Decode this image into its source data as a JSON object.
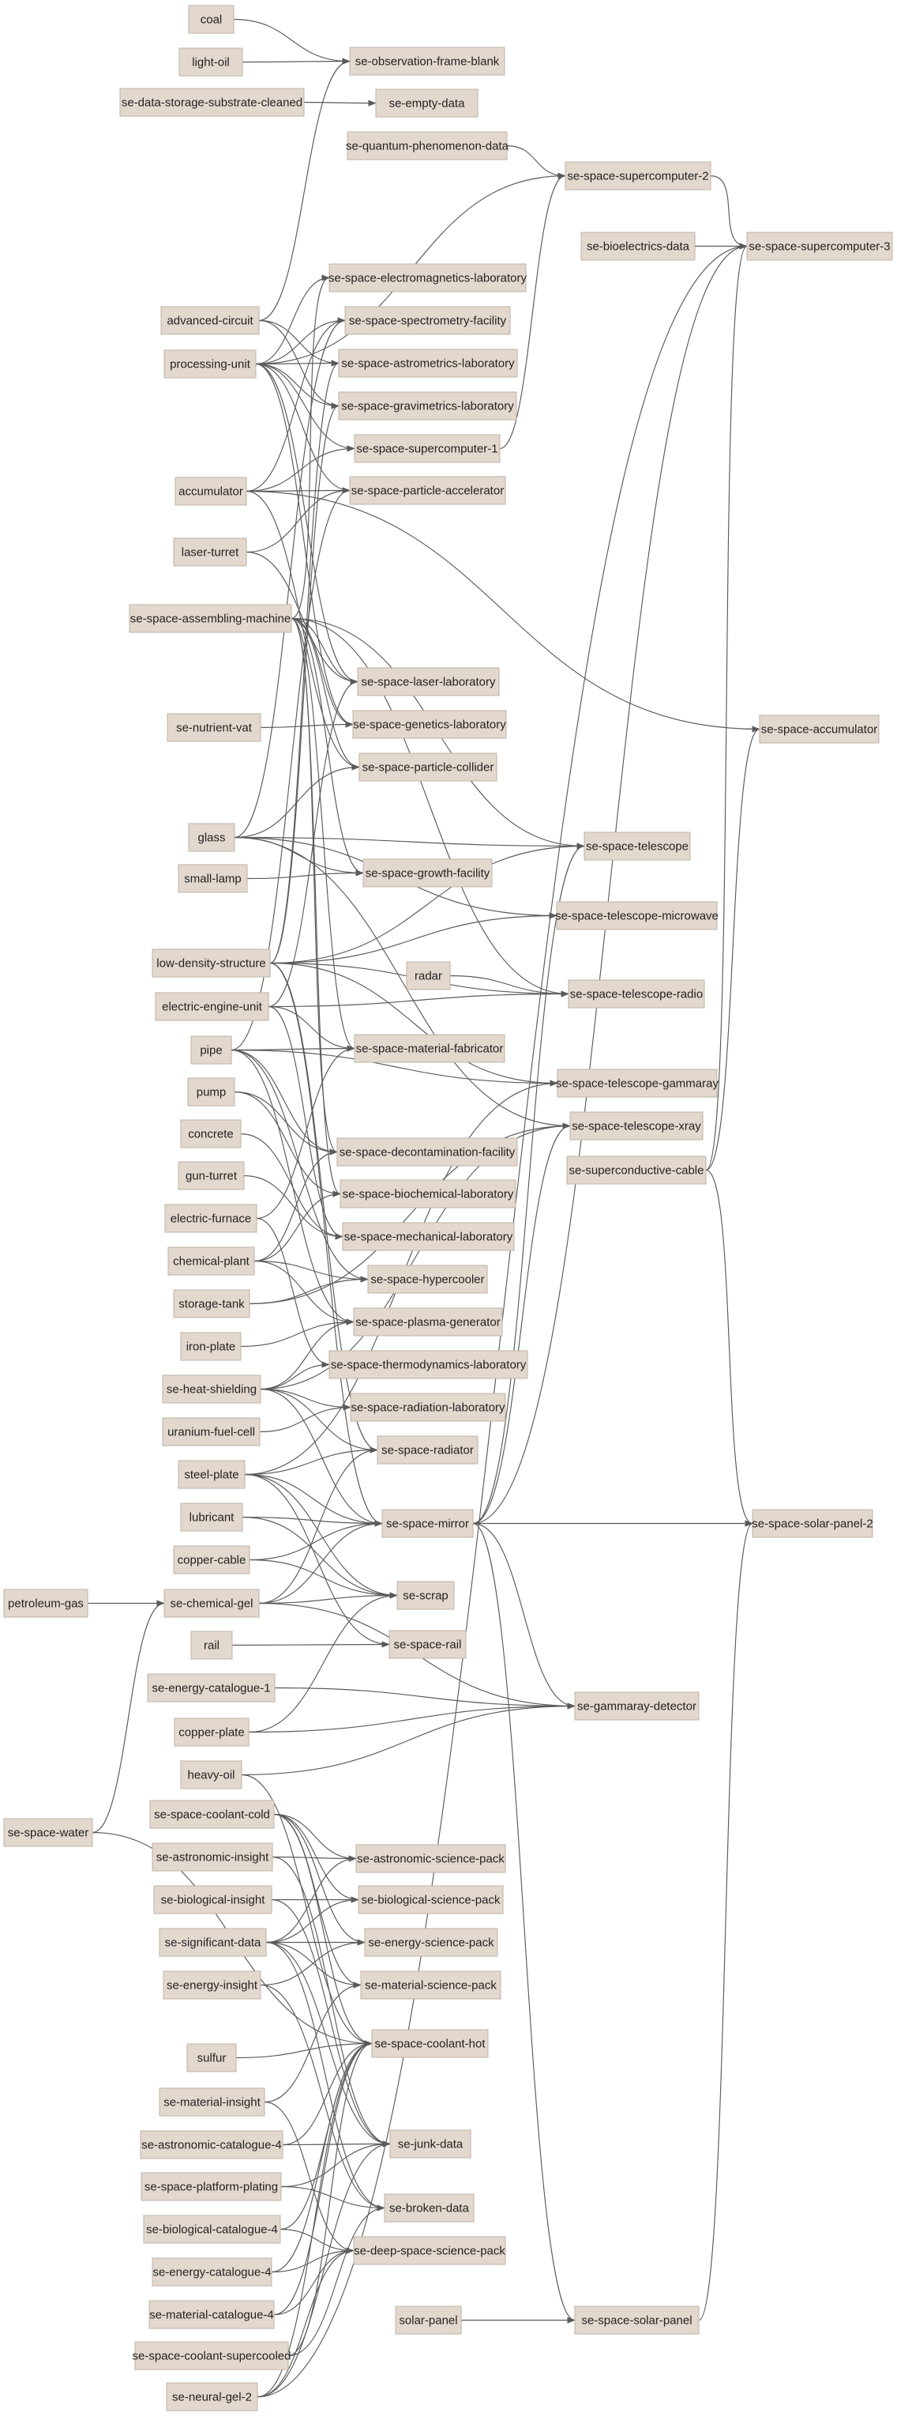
{
  "colors": {
    "node_fill": "#e3d8ce",
    "node_stroke": "#bfb2a5",
    "edge": "#5a5a5a",
    "text": "#222222"
  },
  "nodes": [
    {
      "id": "coal",
      "label": "coal"
    },
    {
      "id": "light-oil",
      "label": "light-oil"
    },
    {
      "id": "se-data-storage-substrate-cleaned",
      "label": "se-data-storage-substrate-cleaned"
    },
    {
      "id": "se-observation-frame-blank",
      "label": "se-observation-frame-blank"
    },
    {
      "id": "se-empty-data",
      "label": "se-empty-data"
    },
    {
      "id": "se-quantum-phenomenon-data",
      "label": "se-quantum-phenomenon-data"
    },
    {
      "id": "se-space-supercomputer-2",
      "label": "se-space-supercomputer-2"
    },
    {
      "id": "se-bioelectrics-data",
      "label": "se-bioelectrics-data"
    },
    {
      "id": "se-space-supercomputer-3",
      "label": "se-space-supercomputer-3"
    },
    {
      "id": "se-space-electromagnetics-laboratory",
      "label": "se-space-electromagnetics-laboratory"
    },
    {
      "id": "se-space-spectrometry-facility",
      "label": "se-space-spectrometry-facility"
    },
    {
      "id": "advanced-circuit",
      "label": "advanced-circuit"
    },
    {
      "id": "se-space-astrometrics-laboratory",
      "label": "se-space-astrometrics-laboratory"
    },
    {
      "id": "processing-unit",
      "label": "processing-unit"
    },
    {
      "id": "se-space-gravimetrics-laboratory",
      "label": "se-space-gravimetrics-laboratory"
    },
    {
      "id": "se-space-supercomputer-1",
      "label": "se-space-supercomputer-1"
    },
    {
      "id": "accumulator",
      "label": "accumulator"
    },
    {
      "id": "se-space-particle-accelerator",
      "label": "se-space-particle-accelerator"
    },
    {
      "id": "laser-turret",
      "label": "laser-turret"
    },
    {
      "id": "se-space-assembling-machine",
      "label": "se-space-assembling-machine"
    },
    {
      "id": "se-space-laser-laboratory",
      "label": "se-space-laser-laboratory"
    },
    {
      "id": "se-nutrient-vat",
      "label": "se-nutrient-vat"
    },
    {
      "id": "se-space-genetics-laboratory",
      "label": "se-space-genetics-laboratory"
    },
    {
      "id": "se-space-accumulator",
      "label": "se-space-accumulator"
    },
    {
      "id": "se-space-particle-collider",
      "label": "se-space-particle-collider"
    },
    {
      "id": "glass",
      "label": "glass"
    },
    {
      "id": "se-space-telescope",
      "label": "se-space-telescope"
    },
    {
      "id": "small-lamp",
      "label": "small-lamp"
    },
    {
      "id": "se-space-growth-facility",
      "label": "se-space-growth-facility"
    },
    {
      "id": "se-space-telescope-microwave",
      "label": "se-space-telescope-microwave"
    },
    {
      "id": "low-density-structure",
      "label": "low-density-structure"
    },
    {
      "id": "radar",
      "label": "radar"
    },
    {
      "id": "electric-engine-unit",
      "label": "electric-engine-unit"
    },
    {
      "id": "se-space-telescope-radio",
      "label": "se-space-telescope-radio"
    },
    {
      "id": "pipe",
      "label": "pipe"
    },
    {
      "id": "se-space-material-fabricator",
      "label": "se-space-material-fabricator"
    },
    {
      "id": "pump",
      "label": "pump"
    },
    {
      "id": "se-space-telescope-gammaray",
      "label": "se-space-telescope-gammaray"
    },
    {
      "id": "se-space-telescope-xray",
      "label": "se-space-telescope-xray"
    },
    {
      "id": "concrete",
      "label": "concrete"
    },
    {
      "id": "se-space-decontamination-facility",
      "label": "se-space-decontamination-facility"
    },
    {
      "id": "se-superconductive-cable",
      "label": "se-superconductive-cable"
    },
    {
      "id": "gun-turret",
      "label": "gun-turret"
    },
    {
      "id": "se-space-biochemical-laboratory",
      "label": "se-space-biochemical-laboratory"
    },
    {
      "id": "electric-furnace",
      "label": "electric-furnace"
    },
    {
      "id": "se-space-mechanical-laboratory",
      "label": "se-space-mechanical-laboratory"
    },
    {
      "id": "chemical-plant",
      "label": "chemical-plant"
    },
    {
      "id": "se-space-hypercooler",
      "label": "se-space-hypercooler"
    },
    {
      "id": "storage-tank",
      "label": "storage-tank"
    },
    {
      "id": "se-space-plasma-generator",
      "label": "se-space-plasma-generator"
    },
    {
      "id": "iron-plate",
      "label": "iron-plate"
    },
    {
      "id": "se-space-thermodynamics-laboratory",
      "label": "se-space-thermodynamics-laboratory"
    },
    {
      "id": "se-heat-shielding",
      "label": "se-heat-shielding"
    },
    {
      "id": "se-space-radiation-laboratory",
      "label": "se-space-radiation-laboratory"
    },
    {
      "id": "uranium-fuel-cell",
      "label": "uranium-fuel-cell"
    },
    {
      "id": "se-space-radiator",
      "label": "se-space-radiator"
    },
    {
      "id": "steel-plate",
      "label": "steel-plate"
    },
    {
      "id": "lubricant",
      "label": "lubricant"
    },
    {
      "id": "se-space-mirror",
      "label": "se-space-mirror"
    },
    {
      "id": "se-space-solar-panel-2",
      "label": "se-space-solar-panel-2"
    },
    {
      "id": "copper-cable",
      "label": "copper-cable"
    },
    {
      "id": "petroleum-gas",
      "label": "petroleum-gas"
    },
    {
      "id": "se-chemical-gel",
      "label": "se-chemical-gel"
    },
    {
      "id": "se-scrap",
      "label": "se-scrap"
    },
    {
      "id": "rail",
      "label": "rail"
    },
    {
      "id": "se-space-rail",
      "label": "se-space-rail"
    },
    {
      "id": "se-energy-catalogue-1",
      "label": "se-energy-catalogue-1"
    },
    {
      "id": "copper-plate",
      "label": "copper-plate"
    },
    {
      "id": "se-gammaray-detector",
      "label": "se-gammaray-detector"
    },
    {
      "id": "heavy-oil",
      "label": "heavy-oil"
    },
    {
      "id": "se-space-water",
      "label": "se-space-water"
    },
    {
      "id": "se-space-coolant-cold",
      "label": "se-space-coolant-cold"
    },
    {
      "id": "se-astronomic-insight",
      "label": "se-astronomic-insight"
    },
    {
      "id": "se-astronomic-science-pack",
      "label": "se-astronomic-science-pack"
    },
    {
      "id": "se-biological-insight",
      "label": "se-biological-insight"
    },
    {
      "id": "se-biological-science-pack",
      "label": "se-biological-science-pack"
    },
    {
      "id": "se-significant-data",
      "label": "se-significant-data"
    },
    {
      "id": "se-energy-science-pack",
      "label": "se-energy-science-pack"
    },
    {
      "id": "se-energy-insight",
      "label": "se-energy-insight"
    },
    {
      "id": "se-material-science-pack",
      "label": "se-material-science-pack"
    },
    {
      "id": "sulfur",
      "label": "sulfur"
    },
    {
      "id": "se-space-coolant-hot",
      "label": "se-space-coolant-hot"
    },
    {
      "id": "se-material-insight",
      "label": "se-material-insight"
    },
    {
      "id": "se-astronomic-catalogue-4",
      "label": "se-astronomic-catalogue-4"
    },
    {
      "id": "se-junk-data",
      "label": "se-junk-data"
    },
    {
      "id": "se-space-platform-plating",
      "label": "se-space-platform-plating"
    },
    {
      "id": "se-biological-catalogue-4",
      "label": "se-biological-catalogue-4"
    },
    {
      "id": "se-broken-data",
      "label": "se-broken-data"
    },
    {
      "id": "se-energy-catalogue-4",
      "label": "se-energy-catalogue-4"
    },
    {
      "id": "se-deep-space-science-pack",
      "label": "se-deep-space-science-pack"
    },
    {
      "id": "se-material-catalogue-4",
      "label": "se-material-catalogue-4"
    },
    {
      "id": "solar-panel",
      "label": "solar-panel"
    },
    {
      "id": "se-space-solar-panel",
      "label": "se-space-solar-panel"
    },
    {
      "id": "se-space-coolant-supercooled",
      "label": "se-space-coolant-supercooled"
    },
    {
      "id": "se-neural-gel-2",
      "label": "se-neural-gel-2"
    }
  ],
  "edges": [
    [
      "coal",
      "se-observation-frame-blank"
    ],
    [
      "light-oil",
      "se-observation-frame-blank"
    ],
    [
      "se-data-storage-substrate-cleaned",
      "se-empty-data"
    ],
    [
      "se-quantum-phenomenon-data",
      "se-space-supercomputer-2"
    ],
    [
      "se-space-supercomputer-1",
      "se-space-supercomputer-2"
    ],
    [
      "se-space-supercomputer-2",
      "se-space-supercomputer-3"
    ],
    [
      "se-bioelectrics-data",
      "se-space-supercomputer-3"
    ],
    [
      "se-superconductive-cable",
      "se-space-supercomputer-3"
    ],
    [
      "se-space-mirror",
      "se-space-supercomputer-3"
    ],
    [
      "se-neural-gel-2",
      "se-space-supercomputer-3"
    ],
    [
      "advanced-circuit",
      "se-observation-frame-blank"
    ],
    [
      "advanced-circuit",
      "se-space-astrometrics-laboratory"
    ],
    [
      "advanced-circuit",
      "se-space-gravimetrics-laboratory"
    ],
    [
      "processing-unit",
      "se-space-electromagnetics-laboratory"
    ],
    [
      "processing-unit",
      "se-space-spectrometry-facility"
    ],
    [
      "processing-unit",
      "se-space-astrometrics-laboratory"
    ],
    [
      "processing-unit",
      "se-space-gravimetrics-laboratory"
    ],
    [
      "processing-unit",
      "se-space-supercomputer-1"
    ],
    [
      "processing-unit",
      "se-space-particle-accelerator"
    ],
    [
      "processing-unit",
      "se-space-laser-laboratory"
    ],
    [
      "processing-unit",
      "se-space-genetics-laboratory"
    ],
    [
      "processing-unit",
      "se-space-supercomputer-2"
    ],
    [
      "accumulator",
      "se-space-spectrometry-facility"
    ],
    [
      "accumulator",
      "se-space-supercomputer-1"
    ],
    [
      "accumulator",
      "se-space-particle-accelerator"
    ],
    [
      "accumulator",
      "se-space-particle-collider"
    ],
    [
      "accumulator",
      "se-space-accumulator"
    ],
    [
      "laser-turret",
      "se-space-particle-accelerator"
    ],
    [
      "laser-turret",
      "se-space-laser-laboratory"
    ],
    [
      "se-space-assembling-machine",
      "se-space-electromagnetics-laboratory"
    ],
    [
      "se-space-assembling-machine",
      "se-space-laser-laboratory"
    ],
    [
      "se-space-assembling-machine",
      "se-space-genetics-laboratory"
    ],
    [
      "se-space-assembling-machine",
      "se-space-particle-collider"
    ],
    [
      "se-space-assembling-machine",
      "se-space-growth-facility"
    ],
    [
      "se-space-assembling-machine",
      "se-space-telescope"
    ],
    [
      "se-space-assembling-machine",
      "se-space-material-fabricator"
    ],
    [
      "se-space-assembling-machine",
      "se-space-decontamination-facility"
    ],
    [
      "se-space-assembling-machine",
      "se-space-biochemical-laboratory"
    ],
    [
      "se-space-assembling-machine",
      "se-space-telescope-radio"
    ],
    [
      "se-nutrient-vat",
      "se-space-genetics-laboratory"
    ],
    [
      "glass",
      "se-space-spectrometry-facility"
    ],
    [
      "glass",
      "se-space-particle-collider"
    ],
    [
      "glass",
      "se-space-telescope"
    ],
    [
      "glass",
      "se-space-growth-facility"
    ],
    [
      "glass",
      "se-space-telescope-microwave"
    ],
    [
      "glass",
      "se-space-telescope-xray"
    ],
    [
      "small-lamp",
      "se-space-growth-facility"
    ],
    [
      "low-density-structure",
      "se-space-astrometrics-laboratory"
    ],
    [
      "low-density-structure",
      "se-space-gravimetrics-laboratory"
    ],
    [
      "low-density-structure",
      "se-space-telescope"
    ],
    [
      "low-density-structure",
      "se-space-telescope-microwave"
    ],
    [
      "low-density-structure",
      "se-space-telescope-radio"
    ],
    [
      "low-density-structure",
      "se-space-telescope-gammaray"
    ],
    [
      "low-density-structure",
      "se-space-radiator"
    ],
    [
      "low-density-structure",
      "se-space-mirror"
    ],
    [
      "radar",
      "se-space-telescope-radio"
    ],
    [
      "electric-engine-unit",
      "se-space-laser-laboratory"
    ],
    [
      "electric-engine-unit",
      "se-space-material-fabricator"
    ],
    [
      "electric-engine-unit",
      "se-space-mechanical-laboratory"
    ],
    [
      "electric-engine-unit",
      "se-space-telescope-radio"
    ],
    [
      "pipe",
      "se-space-particle-accelerator"
    ],
    [
      "pipe",
      "se-space-material-fabricator"
    ],
    [
      "pipe",
      "se-space-decontamination-facility"
    ],
    [
      "pipe",
      "se-space-hypercooler"
    ],
    [
      "pipe",
      "se-space-plasma-generator"
    ],
    [
      "pipe",
      "se-space-telescope-gammaray"
    ],
    [
      "pump",
      "se-space-decontamination-facility"
    ],
    [
      "pump",
      "se-space-biochemical-laboratory"
    ],
    [
      "concrete",
      "se-space-mechanical-laboratory"
    ],
    [
      "gun-turret",
      "se-space-mechanical-laboratory"
    ],
    [
      "electric-furnace",
      "se-space-material-fabricator"
    ],
    [
      "electric-furnace",
      "se-space-thermodynamics-laboratory"
    ],
    [
      "chemical-plant",
      "se-space-decontamination-facility"
    ],
    [
      "chemical-plant",
      "se-space-biochemical-laboratory"
    ],
    [
      "chemical-plant",
      "se-space-hypercooler"
    ],
    [
      "chemical-plant",
      "se-space-plasma-generator"
    ],
    [
      "storage-tank",
      "se-space-hypercooler"
    ],
    [
      "storage-tank",
      "se-space-telescope-xray"
    ],
    [
      "iron-plate",
      "se-space-plasma-generator"
    ],
    [
      "se-heat-shielding",
      "se-space-thermodynamics-laboratory"
    ],
    [
      "se-heat-shielding",
      "se-space-radiation-laboratory"
    ],
    [
      "se-heat-shielding",
      "se-space-radiator"
    ],
    [
      "se-heat-shielding",
      "se-space-mirror"
    ],
    [
      "se-heat-shielding",
      "se-space-plasma-generator"
    ],
    [
      "se-heat-shielding",
      "se-space-telescope-xray"
    ],
    [
      "uranium-fuel-cell",
      "se-space-radiation-laboratory"
    ],
    [
      "steel-plate",
      "se-space-radiator"
    ],
    [
      "steel-plate",
      "se-space-mirror"
    ],
    [
      "steel-plate",
      "se-space-rail"
    ],
    [
      "steel-plate",
      "se-scrap"
    ],
    [
      "steel-plate",
      "se-space-telescope-gammaray"
    ],
    [
      "lubricant",
      "se-space-mirror"
    ],
    [
      "lubricant",
      "se-scrap"
    ],
    [
      "se-space-mirror",
      "se-space-solar-panel-2"
    ],
    [
      "se-space-mirror",
      "se-gammaray-detector"
    ],
    [
      "se-space-mirror",
      "se-space-solar-panel"
    ],
    [
      "se-space-mirror",
      "se-space-telescope"
    ],
    [
      "se-space-mirror",
      "se-space-telescope-xray"
    ],
    [
      "copper-cable",
      "se-space-mirror"
    ],
    [
      "copper-cable",
      "se-scrap"
    ],
    [
      "petroleum-gas",
      "se-chemical-gel"
    ],
    [
      "se-chemical-gel",
      "se-scrap"
    ],
    [
      "se-chemical-gel",
      "se-space-mirror"
    ],
    [
      "se-chemical-gel",
      "se-space-radiator"
    ],
    [
      "se-chemical-gel",
      "se-gammaray-detector"
    ],
    [
      "rail",
      "se-space-rail"
    ],
    [
      "se-energy-catalogue-1",
      "se-gammaray-detector"
    ],
    [
      "copper-plate",
      "se-gammaray-detector"
    ],
    [
      "copper-plate",
      "se-scrap"
    ],
    [
      "heavy-oil",
      "se-gammaray-detector"
    ],
    [
      "heavy-oil",
      "se-space-coolant-hot"
    ],
    [
      "se-space-water",
      "se-chemical-gel"
    ],
    [
      "se-space-water",
      "se-space-coolant-hot"
    ],
    [
      "se-superconductive-cable",
      "se-space-solar-panel-2"
    ],
    [
      "se-superconductive-cable",
      "se-space-accumulator"
    ],
    [
      "se-space-coolant-cold",
      "se-astronomic-science-pack"
    ],
    [
      "se-space-coolant-cold",
      "se-biological-science-pack"
    ],
    [
      "se-space-coolant-cold",
      "se-energy-science-pack"
    ],
    [
      "se-space-coolant-cold",
      "se-material-science-pack"
    ],
    [
      "se-space-coolant-cold",
      "se-space-coolant-hot"
    ],
    [
      "se-astronomic-insight",
      "se-astronomic-science-pack"
    ],
    [
      "se-astronomic-insight",
      "se-junk-data"
    ],
    [
      "se-biological-insight",
      "se-biological-science-pack"
    ],
    [
      "se-biological-insight",
      "se-junk-data"
    ],
    [
      "se-significant-data",
      "se-astronomic-science-pack"
    ],
    [
      "se-significant-data",
      "se-biological-science-pack"
    ],
    [
      "se-significant-data",
      "se-energy-science-pack"
    ],
    [
      "se-significant-data",
      "se-material-science-pack"
    ],
    [
      "se-significant-data",
      "se-junk-data"
    ],
    [
      "se-significant-data",
      "se-broken-data"
    ],
    [
      "se-energy-insight",
      "se-energy-science-pack"
    ],
    [
      "se-energy-insight",
      "se-broken-data"
    ],
    [
      "sulfur",
      "se-space-coolant-hot"
    ],
    [
      "se-material-insight",
      "se-material-science-pack"
    ],
    [
      "se-material-insight",
      "se-deep-space-science-pack"
    ],
    [
      "se-astronomic-catalogue-4",
      "se-junk-data"
    ],
    [
      "se-astronomic-catalogue-4",
      "se-space-coolant-hot"
    ],
    [
      "se-space-platform-plating",
      "se-broken-data"
    ],
    [
      "se-space-platform-plating",
      "se-junk-data"
    ],
    [
      "se-biological-catalogue-4",
      "se-deep-space-science-pack"
    ],
    [
      "se-biological-catalogue-4",
      "se-space-coolant-hot"
    ],
    [
      "se-energy-catalogue-4",
      "se-deep-space-science-pack"
    ],
    [
      "se-energy-catalogue-4",
      "se-space-coolant-hot"
    ],
    [
      "se-material-catalogue-4",
      "se-deep-space-science-pack"
    ],
    [
      "se-material-catalogue-4",
      "se-space-coolant-hot"
    ],
    [
      "solar-panel",
      "se-space-solar-panel"
    ],
    [
      "se-space-solar-panel",
      "se-space-solar-panel-2"
    ],
    [
      "se-space-coolant-supercooled",
      "se-space-coolant-hot"
    ],
    [
      "se-space-coolant-supercooled",
      "se-broken-data"
    ],
    [
      "se-neural-gel-2",
      "se-space-coolant-hot"
    ],
    [
      "se-neural-gel-2",
      "se-deep-space-science-pack"
    ],
    [
      "se-neural-gel-2",
      "se-junk-data"
    ]
  ]
}
